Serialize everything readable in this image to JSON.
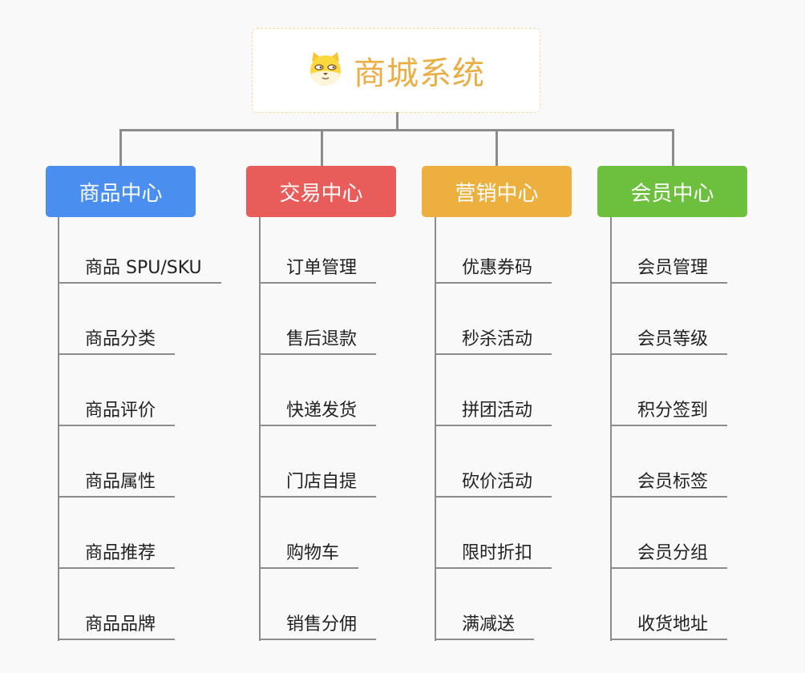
{
  "root": {
    "title": "商城系统",
    "icon": "shiba-dog-icon",
    "color": "#eaae44"
  },
  "categories": [
    {
      "label": "商品中心",
      "color": "#4a8ff0",
      "items": [
        "商品 SPU/SKU",
        "商品分类",
        "商品评价",
        "商品属性",
        "商品推荐",
        "商品品牌"
      ]
    },
    {
      "label": "交易中心",
      "color": "#e85c59",
      "items": [
        "订单管理",
        "售后退款",
        "快递发货",
        "门店自提",
        "购物车",
        "销售分佣"
      ]
    },
    {
      "label": "营销中心",
      "color": "#edb03f",
      "items": [
        "优惠券码",
        "秒杀活动",
        "拼团活动",
        "砍价活动",
        "限时折扣",
        "满减送"
      ]
    },
    {
      "label": "会员中心",
      "color": "#6dbf3e",
      "items": [
        "会员管理",
        "会员等级",
        "积分签到",
        "会员标签",
        "会员分组",
        "收货地址"
      ]
    }
  ]
}
